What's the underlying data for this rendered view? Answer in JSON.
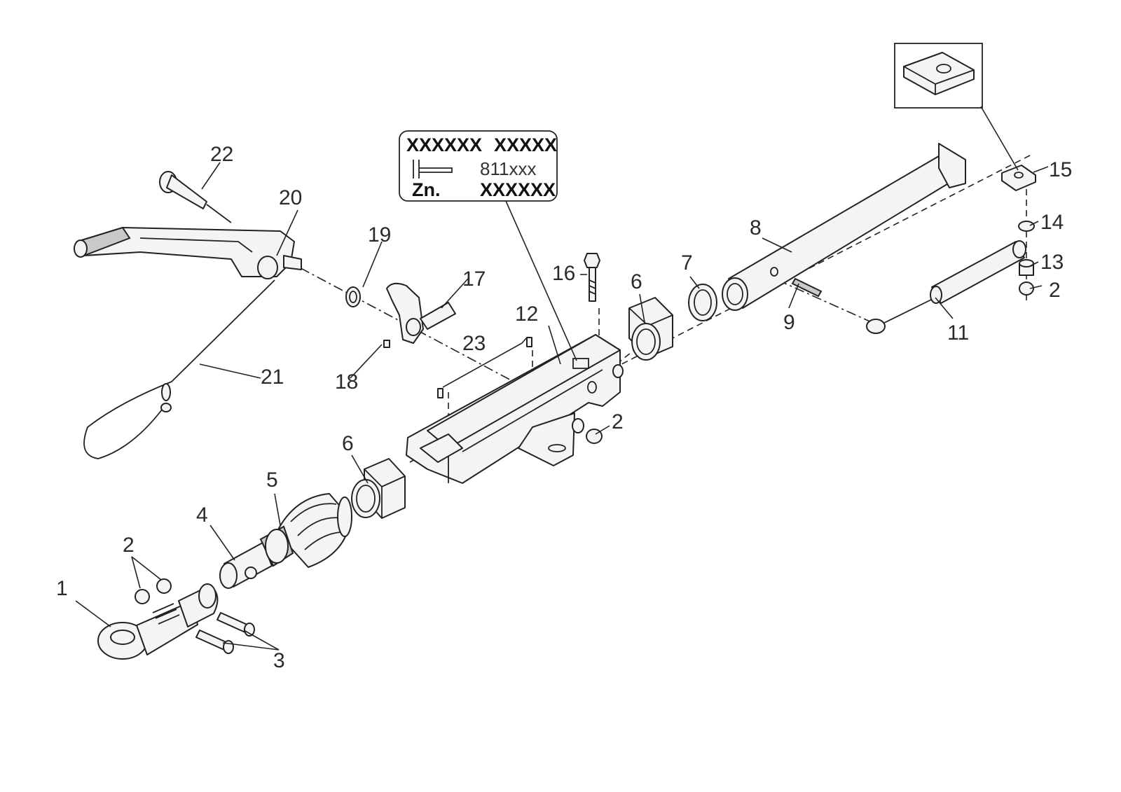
{
  "diagram": {
    "labels": {
      "l1": "1",
      "l2a": "2",
      "l2b": "2",
      "l2c": "2",
      "l3": "3",
      "l4": "4",
      "l5": "5",
      "l6a": "6",
      "l6b": "6",
      "l7": "7",
      "l8": "8",
      "l9": "9",
      "l11": "11",
      "l12": "12",
      "l13": "13",
      "l14": "14",
      "l15": "15",
      "l16": "16",
      "l17": "17",
      "l18": "18",
      "l19": "19",
      "l20": "20",
      "l21": "21",
      "l22": "22",
      "l23": "23"
    },
    "plate": {
      "row1_left": "XXXXXX",
      "row1_right": "XXXXX",
      "row2_code": "811xxx",
      "row3_left": "Zn.",
      "row3_right": "XXXXXX"
    }
  }
}
